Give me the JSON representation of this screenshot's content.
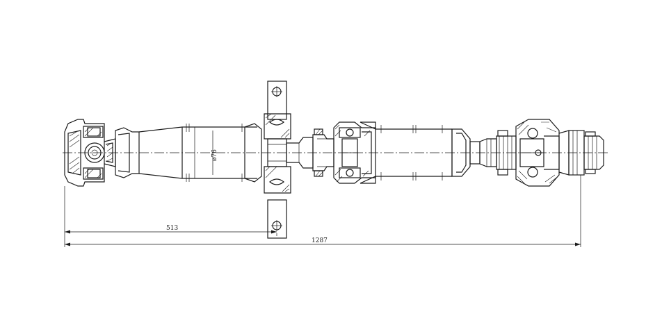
{
  "drawing": {
    "dimensions": {
      "partial_length": "513",
      "total_length": "1287",
      "tube_diameter": "ø76"
    }
  }
}
